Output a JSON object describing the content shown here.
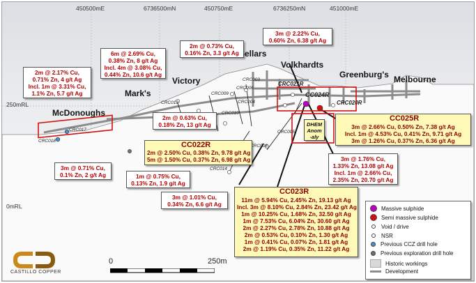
{
  "axes": {
    "top": [
      "450500mE",
      "6736500mN",
      "450750mE",
      "6736250mN",
      "451000mE"
    ],
    "levels": [
      "250mRL",
      "0mRL"
    ]
  },
  "mines": [
    "McDonoughs",
    "Mark's",
    "Victory",
    "Sellars",
    "Volkhardts",
    "Greenburg's",
    "Melbourne"
  ],
  "holes": {
    "crc017": "CRC017",
    "crc018": "CRC018",
    "crc013": "CRC013",
    "crc009": "CRC009",
    "crc003": "CRC003",
    "crc006": "CRC006",
    "crc004": "CRC004",
    "crc010": "CRC010",
    "crc021": "CRC021R",
    "cc024": "CC024R",
    "crc020": "CRC020R",
    "crc005": "CRC005",
    "crc008": "CRC008",
    "crc014": "CRC014"
  },
  "dhem": [
    "DHEM",
    "Anom",
    "-aly"
  ],
  "boxes": {
    "mcd": [
      "2m @ 2.17% Cu,",
      "0.71% Zn, 4 g/t Ag",
      "Incl. 1m @ 3.31% Cu,",
      "1.1% Zn, 5.7 g/t Ag"
    ],
    "six": [
      "6m @ 2.69% Cu,",
      "0.38% Zn, 8 g/t Ag",
      "Incl. 4m @ 3.08% Cu,",
      "0.44% Zn, 10.6 g/t Ag"
    ],
    "twoA": [
      "2m @ 0.73% Cu,",
      "0.16% Zn, 3.3 g/t Ag"
    ],
    "threeA": [
      "3m @ 2.22% Cu,",
      "0.60% Zn, 6.38 g/t Ag"
    ],
    "twoB": [
      "2m @ 0.63% Cu,",
      "0.18% Zn, 13 g/t Ag"
    ],
    "threeB": [
      "3m @ 0.71% Cu,",
      "0.1% Zn, 2 g/t Ag"
    ],
    "oneA": [
      "1m @ 0.75% Cu,",
      "0.13% Zn, 1.9 g/t Ag"
    ],
    "threeC": [
      "3m @ 1.01% Cu,",
      "0.34% Zn, 6.6 g/t Ag"
    ],
    "threeD": [
      "3m @ 1.76% Cu,",
      "1.33% Zn, 13.08 g/t Ag",
      "Incl. 1m @ 2.66% Cu,",
      "2.35% Zn, 20.70 g/t Ag"
    ]
  },
  "cc022": {
    "title": "CC022R",
    "lines": [
      "2m @ 2.50% Cu, 0.38% Zn, 9.78 g/t Ag",
      "5m @ 1.50% Cu, 0.37% Zn, 6.98 g/t Ag"
    ]
  },
  "cc025": {
    "title": "CC025R",
    "lines": [
      "3m @ 2.66% Cu, 0.50% Zn, 7.38 g/t Ag",
      "Incl. 1m @ 4.53% Cu, 0.41% Zn, 9.71 g/t Ag",
      "3m @ 1.26% Cu, 0.37% Zn, 6.36 g/t Ag"
    ]
  },
  "cc023": {
    "title": "CC023R",
    "lines": [
      "11m @ 5.94% Cu, 2.45% Zn, 19.13 g/t Ag",
      "Incl. 3m @ 8.10% Cu, 2.84% Zn, 23.42 g/t Ag",
      "1m @ 10.25% Cu, 1.68% Zn, 32.50 g/t Ag",
      "1m @ 7.53% Cu, 6.04% Zn, 30.60 g/t Ag",
      "2m @ 2.27% Cu, 2.78% Zn, 10.88 g/t Ag",
      "2m @ 0.53% Cu, 0.10% Zn, 1.30 g/t Ag",
      "1m @ 0.41% Cu, 0.07% Zn, 1.81 g/t Ag",
      "2m @ 1.19% Cu, 0.35% Zn, 11.22 g/t Ag"
    ]
  },
  "legend": [
    "Massive sulphide",
    "Semi massive sulphide",
    "Void / drive",
    "NSR",
    "Previous CCZ drill hole",
    "Previous exploration drill hole",
    "Historic workings",
    "Development"
  ],
  "colors": {
    "massive": "#c000c0",
    "semi": "#d01010",
    "ccz": "#4a8fd0",
    "explore": "#707070"
  },
  "scale": [
    "0",
    "250m"
  ],
  "logo": "CASTILLO COPPER"
}
